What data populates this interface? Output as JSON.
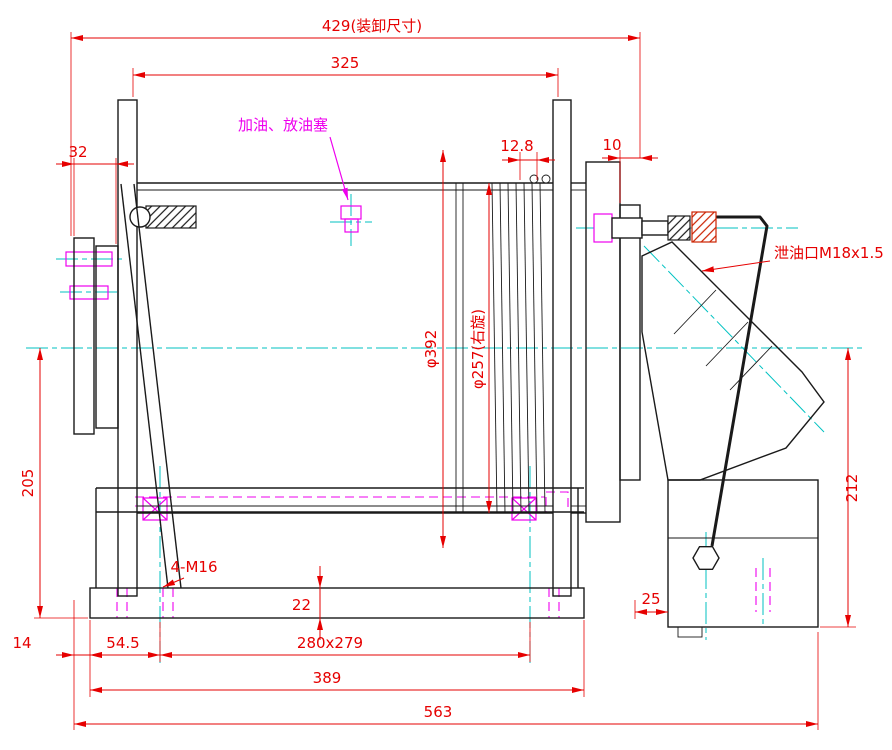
{
  "labels": {
    "oil_plug": "加油、放油塞",
    "drain_port": "泄油口M18x1.5"
  },
  "dims": {
    "d429": "429(装卸尺寸)",
    "d325": "325",
    "d32": "32",
    "d12_8": "12.8",
    "d10": "10",
    "phi392": "φ392",
    "phi257": "φ257(右旋)",
    "d205": "205",
    "d212": "212",
    "m16": "4-M16",
    "d22": "22",
    "d25": "25",
    "d14": "14",
    "d54_5": "54.5",
    "d280x279": "280x279",
    "d389": "389",
    "d563": "563"
  },
  "colors": {
    "dimension": "#e60000",
    "geometry": "#1a1a1a",
    "hidden_detail": "#ee00ee",
    "centerline": "#00c2c2"
  }
}
